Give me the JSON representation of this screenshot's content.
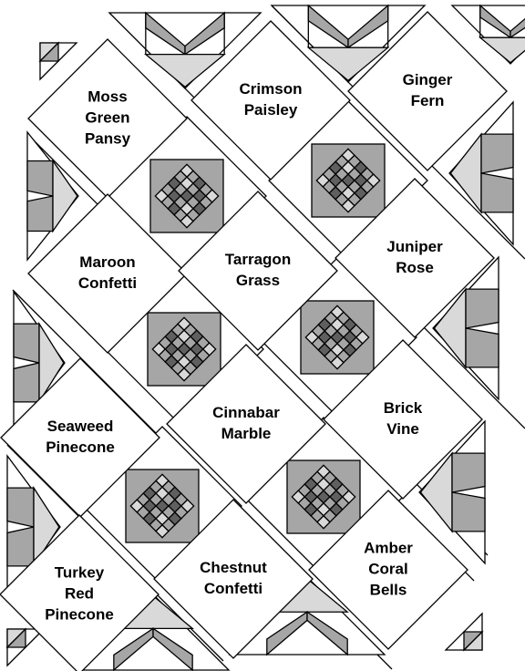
{
  "colors": {
    "background": "#ffffff",
    "outline": "#000000",
    "light": "#d9d9d9",
    "medium": "#a6a6a6",
    "dark": "#5f5f5f"
  },
  "blocks": [
    {
      "id": "moss-green-pansy",
      "lines": [
        "Moss",
        "Green",
        "Pansy"
      ]
    },
    {
      "id": "crimson-paisley",
      "lines": [
        "Crimson",
        "Paisley"
      ]
    },
    {
      "id": "ginger-fern",
      "lines": [
        "Ginger",
        "Fern"
      ]
    },
    {
      "id": "maroon-confetti",
      "lines": [
        "Maroon",
        "Confetti"
      ]
    },
    {
      "id": "tarragon-grass",
      "lines": [
        "Tarragon",
        "Grass"
      ]
    },
    {
      "id": "juniper-rose",
      "lines": [
        "Juniper",
        "Rose"
      ]
    },
    {
      "id": "seaweed-pinecone",
      "lines": [
        "Seaweed",
        "Pinecone"
      ]
    },
    {
      "id": "cinnabar-marble",
      "lines": [
        "Cinnabar",
        "Marble"
      ]
    },
    {
      "id": "brick-vine",
      "lines": [
        "Brick",
        "Vine"
      ]
    },
    {
      "id": "turkey-red-pinecone",
      "lines": [
        "Turkey",
        "Red",
        "Pinecone"
      ]
    },
    {
      "id": "chestnut-confetti",
      "lines": [
        "Chestnut",
        "Confetti"
      ]
    },
    {
      "id": "amber-coral-bells",
      "lines": [
        "Amber",
        "Coral",
        "Bells"
      ]
    }
  ]
}
